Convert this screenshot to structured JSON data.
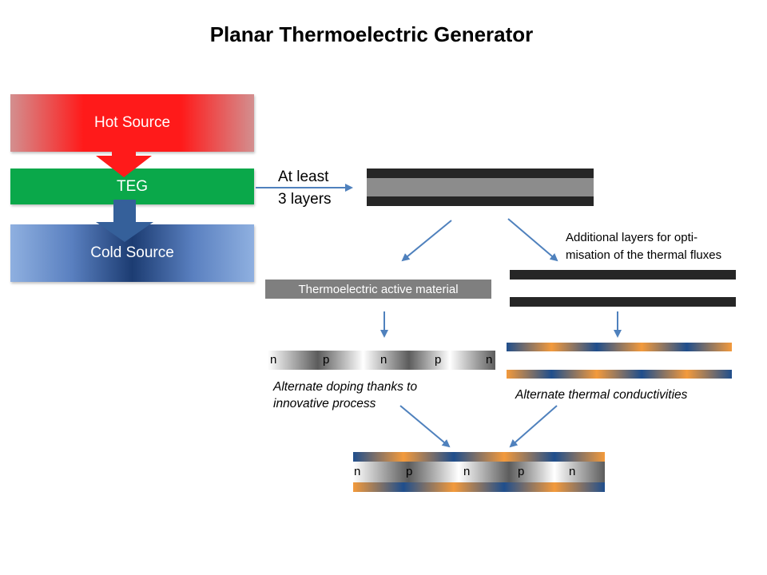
{
  "title": "Planar Thermoelectric Generator",
  "sources": {
    "hot": "Hot Source",
    "teg": "TEG",
    "cold": "Cold Source"
  },
  "layers_label": {
    "line1": "At least",
    "line2": "3 layers"
  },
  "active_material": "Thermoelectric active material",
  "additional_layers": {
    "line1": "Additional layers for opti-",
    "line2": "misation of the thermal fluxes"
  },
  "doping_pattern": [
    "n",
    "p",
    "n",
    "p",
    "n"
  ],
  "alternate_doping": {
    "line1": "Alternate doping thanks to",
    "line2": "innovative process"
  },
  "alternate_conductivities": "Alternate thermal conductivities",
  "colors": {
    "hot_red": "#ff1a1a",
    "teg_green": "#0aa84a",
    "cold_blue": "#1c3c72",
    "arrow_blue": "#4f81bd",
    "orange": "#f39a3c",
    "dark_layer": "#262626"
  }
}
